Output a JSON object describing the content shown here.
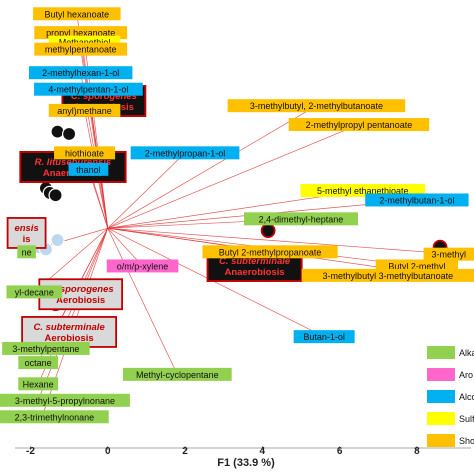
{
  "chart_data": {
    "type": "scatter",
    "title": "",
    "xlabel": "F1 (33.9 %)",
    "ylabel": "",
    "xlim": [
      -2.4,
      9.4
    ],
    "ylim": [
      -4.45,
      4.8
    ],
    "x_ticks": [
      -2,
      0,
      2,
      4,
      6,
      8
    ],
    "x_tick_labels": [
      "-2",
      "0",
      "2",
      "4",
      "6",
      "8"
    ],
    "origin": [
      0,
      0
    ],
    "category_colors": {
      "Alkanes": "#92d050",
      "Aromatics": "#ff66cc",
      "Alcohols": "#00b0f0",
      "Sulfur": "#ffff00",
      "Short": "#ffc000"
    },
    "legend": [
      {
        "label": "Alka",
        "color": "#92d050"
      },
      {
        "label": "Aro",
        "color": "#ff66cc"
      },
      {
        "label": "Alco",
        "color": "#00b0f0"
      },
      {
        "label": "Sulf",
        "color": "#ffff00"
      },
      {
        "label": "Sho",
        "color": "#ffc000"
      }
    ],
    "variables": [
      {
        "label": "Butyl hexanoate",
        "category": "Short",
        "x": -0.8,
        "y": 4.55
      },
      {
        "label": "propyl hexanoate",
        "category": "Short",
        "x": -0.7,
        "y": 4.15
      },
      {
        "label": "Methanethiol",
        "category": "Sulfur",
        "x": -0.6,
        "y": 3.95
      },
      {
        "label": "methylpentanoate",
        "category": "Short",
        "x": -0.7,
        "y": 3.8
      },
      {
        "label": "2-methylhexan-1-ol",
        "category": "Alcohols",
        "x": -0.7,
        "y": 3.3
      },
      {
        "label": "4-methylpentan-1-ol",
        "category": "Alcohols",
        "x": -0.5,
        "y": 2.95
      },
      {
        "label": "anyl)methane",
        "category": "Short",
        "x": -0.6,
        "y": 2.5
      },
      {
        "label": "hiothioate",
        "category": "Short",
        "x": -0.6,
        "y": 1.6
      },
      {
        "label": "thanol",
        "category": "Alcohols",
        "x": -0.5,
        "y": 1.25
      },
      {
        "label": "3-methylbutyl, 2-methylbutanoate",
        "category": "Short",
        "x": 5.4,
        "y": 2.6
      },
      {
        "label": "2-methylpropyl pentanoate",
        "category": "Short",
        "x": 6.5,
        "y": 2.2
      },
      {
        "label": "2-methylpropan-1-ol",
        "category": "Alcohols",
        "x": 2.0,
        "y": 1.6
      },
      {
        "label": "5-methyl ethanethioate",
        "category": "Yellow",
        "x": 6.6,
        "y": 0.8
      },
      {
        "label": "2-methylbutan-1-ol",
        "category": "Alcohols",
        "x": 8.0,
        "y": 0.6
      },
      {
        "label": "2,4-dimethyl-heptane",
        "category": "Alkanes",
        "x": 5.0,
        "y": 0.2
      },
      {
        "label": "o/m/p-xylene",
        "category": "Aromatics",
        "x": 0.9,
        "y": -0.8
      },
      {
        "label": "Butyl 2-methylpropanoate",
        "category": "Short",
        "x": 4.2,
        "y": -0.5
      },
      {
        "label": "Butyl 2-methyl",
        "category": "Short",
        "x": 8.0,
        "y": -0.8
      },
      {
        "label": "3-methylbutyl 3-methylbutanoate",
        "category": "Short",
        "x": 8.5,
        "y": -1.0
      },
      {
        "label": "3-methyl",
        "category": "Short",
        "x": 9.0,
        "y": -0.55
      },
      {
        "label": "Butan-1-ol",
        "category": "Alcohols",
        "x": 5.6,
        "y": -2.3
      },
      {
        "label": "3-methylpentane",
        "category": "Alkanes",
        "x": -1.6,
        "y": -2.55
      },
      {
        "label": "Methyl-cyclopentane",
        "category": "Alkanes",
        "x": 1.8,
        "y": -3.1
      },
      {
        "label": "Hexane",
        "category": "Alkanes",
        "x": -1.8,
        "y": -3.3
      },
      {
        "label": "3-methyl-5-propylnonane",
        "category": "Alkanes",
        "x": -1.8,
        "y": -3.65
      },
      {
        "label": "2,3-trimethylnonane",
        "category": "Alkanes",
        "x": -1.7,
        "y": -4.0
      },
      {
        "label": "octane",
        "category": "Alkanes",
        "x": -1.8,
        "y": -2.85
      },
      {
        "label": "yl-decane",
        "category": "Alkanes",
        "x": -1.9,
        "y": -1.35
      },
      {
        "label": "ne",
        "category": "Alkanes",
        "x": -2.1,
        "y": -0.5
      }
    ],
    "observation_labels": [
      {
        "label": "C. sporogenes Anaerobiosis",
        "x": -0.1,
        "y": 2.7,
        "style": "dark"
      },
      {
        "label": "R. lituseburensis Anaerobiosis",
        "x": -0.9,
        "y": 1.3,
        "style": "dark"
      },
      {
        "label": "C. subterminale Anaerobiosis",
        "x": 3.8,
        "y": -0.8,
        "style": "dark"
      },
      {
        "label": "C. sporogenes Aerobiosis",
        "x": -0.7,
        "y": -1.4,
        "style": "light"
      },
      {
        "label": "C. subterminale Aerobiosis",
        "x": -1.0,
        "y": -2.2,
        "style": "light"
      },
      {
        "label": "ensis is",
        "x": -2.1,
        "y": -0.1,
        "style": "light"
      }
    ],
    "observations": [
      {
        "x": -1.3,
        "y": 2.05,
        "fill": "#111111",
        "edge": "#ffffff"
      },
      {
        "x": -1.0,
        "y": 2.0,
        "fill": "#111111",
        "edge": "#ffffff"
      },
      {
        "x": -1.6,
        "y": 0.85,
        "fill": "#111111",
        "edge": "#ffffff"
      },
      {
        "x": -1.5,
        "y": 0.75,
        "fill": "#111111",
        "edge": "#ffffff"
      },
      {
        "x": -1.35,
        "y": 0.7,
        "fill": "#111111",
        "edge": "#ffffff"
      },
      {
        "x": -1.8,
        "y": -0.4,
        "fill": "#bdd7ee",
        "edge": "#ffffff"
      },
      {
        "x": -1.6,
        "y": -0.45,
        "fill": "#bdd7ee",
        "edge": "#ffffff"
      },
      {
        "x": -1.3,
        "y": -0.25,
        "fill": "#bdd7ee",
        "edge": "#ffffff"
      },
      {
        "x": -1.55,
        "y": -1.45,
        "fill": "#ffffff",
        "edge": "#c00000"
      },
      {
        "x": -1.35,
        "y": -1.6,
        "fill": "#ffffff",
        "edge": "#c00000"
      },
      {
        "x": -2.0,
        "y": -2.45,
        "fill": "#ffffff",
        "edge": "#c00000"
      },
      {
        "x": 4.15,
        "y": -0.05,
        "fill": "#111111",
        "edge": "#c00000"
      },
      {
        "x": 8.6,
        "y": -0.4,
        "fill": "#111111",
        "edge": "#c00000"
      }
    ]
  }
}
